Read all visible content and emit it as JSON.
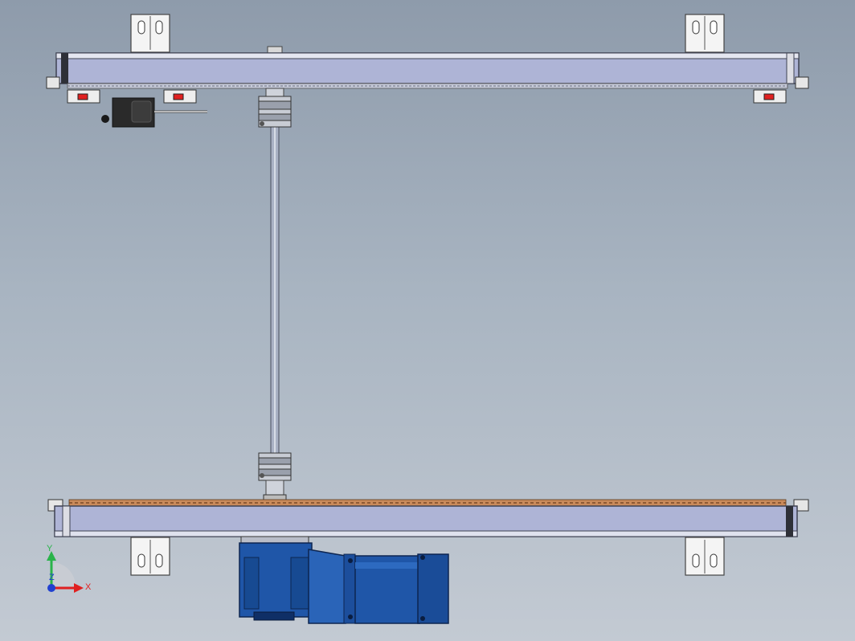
{
  "viewport": {
    "title": "",
    "background_top": "#8e9bab",
    "background_bottom": "#c3cad3"
  },
  "model": {
    "parts": [
      "top-conveyor-rail",
      "bottom-conveyor-rail",
      "drive-shaft",
      "shaft-coupling-upper",
      "shaft-coupling-lower",
      "mounting-bracket",
      "proximity-sensor",
      "gear-motor"
    ],
    "colors": {
      "rail_body": "#aeb4d6",
      "rail_edge": "#5a5f72",
      "chain": "#c98a5a",
      "motor_blue": "#1f56a8",
      "motor_dark": "#123a7a",
      "sensor_dark": "#2a2a2a",
      "indicator_red": "#e02020"
    }
  },
  "triad": {
    "y_label": "Y",
    "x_label": "X",
    "z_label": "Z",
    "y_color": "#29b34a",
    "x_color": "#e02020",
    "z_color": "#2040d0"
  }
}
